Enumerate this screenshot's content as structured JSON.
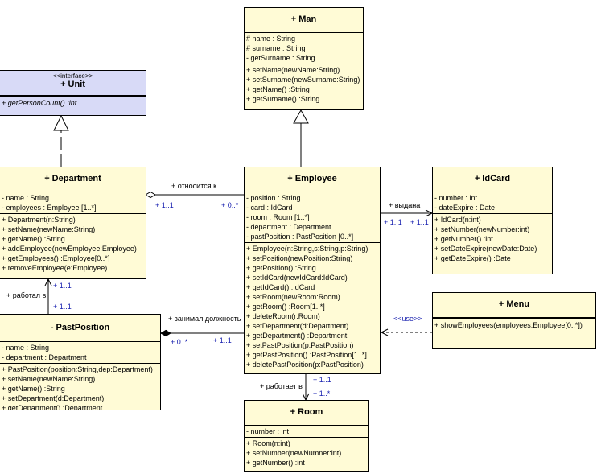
{
  "classes": {
    "man": {
      "name": "+ Man",
      "attrs": [
        "# name : String",
        "# surname : String",
        "- getSurname : String"
      ],
      "ops": [
        "+ setName(newName:String)",
        "+ setSurname(newSurname:String)",
        "+ getName() :String",
        "+ getSurname() :String"
      ]
    },
    "unit": {
      "stereotype": "<<interface>>",
      "name": "+ Unit",
      "ops": [
        "+ getPersonCount() :int"
      ]
    },
    "department": {
      "name": "+ Department",
      "attrs": [
        "- name : String",
        "- employees : Employee [1..*]"
      ],
      "ops": [
        "+ Department(n:String)",
        "+ setName(newName:String)",
        "+ getName() :String",
        "+ addEmployee(newEmployee:Employee)",
        "+ getEmployees() :Employee[0..*]",
        "+ removeEmployee(e:Employee)"
      ]
    },
    "employee": {
      "name": "+ Employee",
      "attrs": [
        "- position : String",
        "- card : IdCard",
        "- room : Room [1..*]",
        "- department : Department",
        "- pastPosition : PastPosition [0..*]"
      ],
      "ops": [
        "+ Employee(n:String,s:String,p:String)",
        "+ setPosition(newPosition:String)",
        "+ getPosition() :String",
        "+ setIdCard(newIdCard:IdCard)",
        "+ getIdCard() :IdCard",
        "+ setRoom(newRoom:Room)",
        "+ getRoom() :Room[1..*]",
        "+ deleteRoom(r:Room)",
        "+ setDepartment(d:Department)",
        "+ getDepartment() :Department",
        "+ setPastPosition(p:PastPosition)",
        "+ getPastPosition() :PastPosition[1..*]",
        "+ deletePastPosition(p:PastPosition)"
      ]
    },
    "idcard": {
      "name": "+ IdCard",
      "attrs": [
        "- number : int",
        "- dateExpire : Date"
      ],
      "ops": [
        "+ IdCard(n:int)",
        "+ setNumber(newNumber:int)",
        "+ getNumber() :int",
        "+ setDateExpire(newDate:Date)",
        "+ getDateExpire() :Date"
      ]
    },
    "menu": {
      "name": "+ Menu",
      "ops": [
        "+ showEmployees(employees:Employee[0..*])"
      ]
    },
    "pastposition": {
      "name": "- PastPosition",
      "attrs": [
        "- name : String",
        "- department : Department"
      ],
      "ops": [
        "+ PastPosition(position:String,dep:Department)",
        "+ setName(newName:String)",
        "+ getName() :String",
        "+ setDepartment(d:Department)",
        "+ getDepartment() :Department"
      ]
    },
    "room": {
      "name": "+ Room",
      "attrs": [
        "- number : int"
      ],
      "ops": [
        "+ Room(n:int)",
        "+ setNumber(newNumner:int)",
        "+ getNumber() :int"
      ]
    }
  },
  "associations": {
    "dept_emp": {
      "label": "+ относится к",
      "mult_dept": "+ 1..1",
      "mult_emp": "+ 0..*"
    },
    "emp_card": {
      "label": "+ выдана",
      "mult_emp": "+ 1..1",
      "mult_card": "+ 1..1"
    },
    "menu_emp": {
      "label": "<<use>>"
    },
    "dept_past": {
      "label": "+ работал в",
      "mult_dept": "+ 1..1",
      "mult_past": "+ 1..1"
    },
    "past_emp": {
      "label": "+ занимал должность",
      "mult_past": "+ 0..*",
      "mult_emp": "+ 1..1"
    },
    "emp_room": {
      "label": "+ работает в",
      "mult_emp": "+ 1..1",
      "mult_room": "+ 1..*"
    }
  }
}
